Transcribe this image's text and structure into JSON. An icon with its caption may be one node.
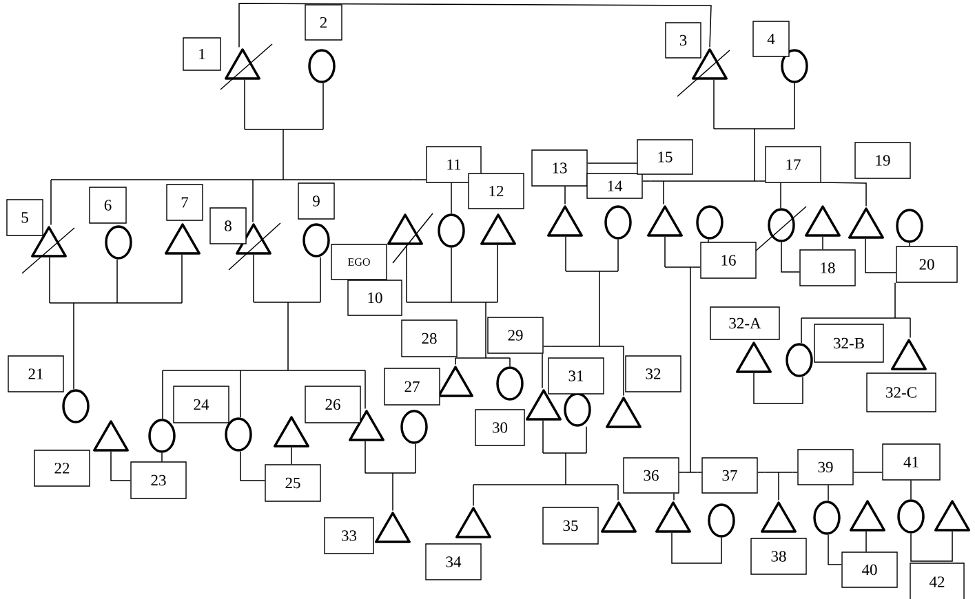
{
  "diagram": {
    "nodes": [
      {
        "text": [
          "1"
        ]
      },
      {
        "text": [
          "2"
        ]
      },
      {
        "text": [
          "3"
        ]
      },
      {
        "text": [
          "4"
        ]
      },
      {
        "text": [
          "5"
        ]
      },
      {
        "text": [
          "6"
        ]
      },
      {
        "text": [
          "7"
        ]
      },
      {
        "text": [
          "8"
        ]
      },
      {
        "text": [
          "9"
        ]
      },
      {
        "text": [
          "EGO"
        ]
      },
      {
        "text": [
          "10"
        ]
      },
      {
        "text": [
          "11"
        ]
      },
      {
        "text": [
          "12"
        ]
      },
      {
        "text": [
          "13"
        ]
      },
      {
        "text": [
          "14"
        ]
      },
      {
        "text": [
          "15"
        ]
      },
      {
        "text": [
          "16"
        ]
      },
      {
        "text": [
          "17"
        ]
      },
      {
        "text": [
          "18"
        ]
      },
      {
        "text": [
          "19"
        ]
      },
      {
        "text": [
          "20"
        ]
      },
      {
        "text": [
          "21"
        ]
      },
      {
        "text": [
          "22"
        ]
      },
      {
        "text": [
          "23"
        ]
      },
      {
        "text": [
          "24"
        ]
      },
      {
        "text": [
          "25"
        ]
      },
      {
        "text": [
          "26"
        ]
      },
      {
        "text": [
          "27"
        ]
      },
      {
        "text": [
          "28"
        ]
      },
      {
        "text": [
          "29"
        ]
      },
      {
        "text": [
          "30"
        ]
      },
      {
        "text": [
          "31"
        ]
      },
      {
        "text": [
          "32"
        ]
      },
      {
        "text": [
          "32-A"
        ]
      },
      {
        "text": [
          "32-B"
        ]
      },
      {
        "text": [
          "32-C"
        ]
      },
      {
        "text": [
          "33"
        ]
      },
      {
        "text": [
          "34"
        ]
      },
      {
        "text": [
          "35"
        ]
      },
      {
        "text": [
          "36"
        ]
      },
      {
        "text": [
          "37"
        ]
      },
      {
        "text": [
          "38"
        ]
      },
      {
        "text": [
          "39"
        ]
      },
      {
        "text": [
          "40"
        ]
      },
      {
        "text": [
          "41"
        ]
      },
      {
        "text": [
          "42"
        ]
      },
      {
        "text": [],
        "shape": "triangle"
      },
      {
        "text": [],
        "shape": "circle"
      },
      {
        "text": [],
        "shape": "triangle"
      },
      {
        "text": [],
        "shape": "circle"
      },
      {
        "text": [],
        "shape": "triangle"
      },
      {
        "text": [],
        "shape": "circle"
      },
      {
        "text": [],
        "shape": "triangle"
      },
      {
        "text": [],
        "shape": "triangle"
      },
      {
        "text": [],
        "shape": "circle"
      },
      {
        "text": [],
        "shape": "triangle"
      },
      {
        "text": [],
        "shape": "circle"
      },
      {
        "text": [],
        "shape": "triangle"
      },
      {
        "text": [],
        "shape": "triangle"
      },
      {
        "text": [],
        "shape": "circle"
      },
      {
        "text": [],
        "shape": "triangle"
      },
      {
        "text": [],
        "shape": "circle"
      },
      {
        "text": [],
        "shape": "circle"
      },
      {
        "text": [],
        "shape": "triangle"
      },
      {
        "text": [],
        "shape": "triangle"
      },
      {
        "text": [],
        "shape": "circle"
      },
      {
        "text": [],
        "shape": "circle"
      },
      {
        "text": [],
        "shape": "triangle"
      },
      {
        "text": [],
        "shape": "circle"
      },
      {
        "text": [],
        "shape": "circle"
      },
      {
        "text": [],
        "shape": "triangle"
      },
      {
        "text": [],
        "shape": "triangle"
      },
      {
        "text": [],
        "shape": "circle"
      },
      {
        "text": [],
        "shape": "triangle"
      },
      {
        "text": [],
        "shape": "circle"
      },
      {
        "text": [],
        "shape": "triangle"
      },
      {
        "text": [],
        "shape": "circle"
      },
      {
        "text": [],
        "shape": "triangle"
      },
      {
        "text": [],
        "shape": "triangle"
      },
      {
        "text": [],
        "shape": "circle"
      },
      {
        "text": [],
        "shape": "triangle"
      },
      {
        "text": [],
        "shape": "triangle"
      },
      {
        "text": [],
        "shape": "triangle"
      },
      {
        "text": [],
        "shape": "triangle"
      },
      {
        "text": [],
        "shape": "triangle"
      },
      {
        "text": [],
        "shape": "circle"
      },
      {
        "text": [],
        "shape": "triangle"
      },
      {
        "text": [],
        "shape": "circle"
      },
      {
        "text": [],
        "shape": "triangle"
      },
      {
        "text": [],
        "shape": "circle"
      },
      {
        "text": [],
        "shape": "triangle"
      },
      {
        "text": [],
        "shape": "bar"
      },
      {
        "text": [],
        "shape": "bar"
      },
      {
        "text": [],
        "shape": "bar"
      },
      {
        "text": [],
        "shape": "bar"
      },
      {
        "text": [],
        "shape": "bar"
      },
      {
        "text": [],
        "shape": "bar"
      },
      {
        "text": [],
        "shape": "bar"
      },
      {
        "text": [],
        "shape": "bar"
      },
      {
        "text": [],
        "shape": "bar"
      },
      {
        "text": [],
        "shape": "bar"
      },
      {
        "text": [],
        "shape": "bar"
      },
      {
        "text": [],
        "shape": "bar"
      },
      {
        "text": [],
        "shape": "bar"
      },
      {
        "text": [],
        "shape": "bar"
      },
      {
        "text": [],
        "shape": "bar"
      },
      {
        "text": [],
        "shape": "bar"
      },
      {
        "text": [],
        "shape": "bar"
      },
      {
        "text": [],
        "shape": "bar"
      }
    ],
    "edges": [
      {
        "from": 13,
        "to": 15,
        "arrow": "none"
      },
      {
        "from": 39,
        "to": 103,
        "arrow": "none"
      },
      {
        "from": 103,
        "to": 40,
        "arrow": "none"
      },
      {
        "from": 40,
        "to": 104,
        "arrow": "none"
      },
      {
        "from": 104,
        "to": 42,
        "arrow": "none"
      },
      {
        "from": 42,
        "to": 44,
        "arrow": "none"
      },
      {
        "from": 46,
        "to": 48,
        "arrow": "none"
      },
      {
        "from": 46,
        "to": 91,
        "arrow": "none"
      },
      {
        "from": 47,
        "to": 91,
        "arrow": "none"
      },
      {
        "from": 91,
        "to": 93,
        "arrow": "none"
      },
      {
        "from": 48,
        "to": 92,
        "arrow": "none"
      },
      {
        "from": 49,
        "to": 92,
        "arrow": "none"
      },
      {
        "from": 92,
        "to": 94,
        "arrow": "none"
      },
      {
        "from": 93,
        "to": 50,
        "arrow": "none"
      },
      {
        "from": 93,
        "to": 53,
        "arrow": "none"
      },
      {
        "from": 93,
        "to": 11,
        "arrow": "none"
      },
      {
        "from": 11,
        "to": 56,
        "arrow": "none"
      },
      {
        "from": 14,
        "to": 94,
        "arrow": "none"
      },
      {
        "from": 94,
        "to": 60,
        "arrow": "none"
      },
      {
        "from": 94,
        "to": 17,
        "arrow": "none"
      },
      {
        "from": 17,
        "to": 62,
        "arrow": "none"
      },
      {
        "from": 17,
        "to": 64,
        "arrow": "none"
      },
      {
        "from": 13,
        "to": 58,
        "arrow": "none"
      },
      {
        "from": 50,
        "to": 95,
        "arrow": "none"
      },
      {
        "from": 51,
        "to": 95,
        "arrow": "none"
      },
      {
        "from": 52,
        "to": 95,
        "arrow": "none"
      },
      {
        "from": 95,
        "to": 66,
        "arrow": "none"
      },
      {
        "from": 53,
        "to": 96,
        "arrow": "none"
      },
      {
        "from": 54,
        "to": 96,
        "arrow": "none"
      },
      {
        "from": 96,
        "to": 97,
        "arrow": "none"
      },
      {
        "from": 97,
        "to": 68,
        "arrow": "none"
      },
      {
        "from": 97,
        "to": 69,
        "arrow": "none"
      },
      {
        "from": 97,
        "to": 71,
        "arrow": "none"
      },
      {
        "from": 55,
        "to": 98,
        "arrow": "none"
      },
      {
        "from": 56,
        "to": 98,
        "arrow": "none"
      },
      {
        "from": 57,
        "to": 98,
        "arrow": "none"
      },
      {
        "from": 98,
        "to": 99,
        "arrow": "none"
      },
      {
        "from": 99,
        "to": 73,
        "arrow": "none"
      },
      {
        "from": 99,
        "to": 74,
        "arrow": "none"
      },
      {
        "from": 58,
        "to": 100,
        "arrow": "none"
      },
      {
        "from": 59,
        "to": 100,
        "arrow": "none"
      },
      {
        "from": 100,
        "to": 101,
        "arrow": "none"
      },
      {
        "from": 29,
        "to": 101,
        "arrow": "none"
      },
      {
        "from": 29,
        "to": 75,
        "arrow": "none"
      },
      {
        "from": 101,
        "to": 77,
        "arrow": "none"
      },
      {
        "from": 60,
        "to": 102,
        "arrow": "none"
      },
      {
        "from": 102,
        "to": 16,
        "arrow": "none"
      },
      {
        "from": 61,
        "to": 16,
        "arrow": "none"
      },
      {
        "from": 102,
        "to": 103,
        "arrow": "none"
      },
      {
        "from": 62,
        "to": 18,
        "arrow": "none"
      },
      {
        "from": 63,
        "to": 18,
        "arrow": "none"
      },
      {
        "from": 64,
        "to": 20,
        "arrow": "none"
      },
      {
        "from": 65,
        "to": 20,
        "arrow": "none"
      },
      {
        "from": 20,
        "to": 108,
        "arrow": "none"
      },
      {
        "from": 108,
        "to": 79,
        "arrow": "none"
      },
      {
        "from": 108,
        "to": 80,
        "arrow": "none"
      },
      {
        "from": 78,
        "to": 79,
        "arrow": "none"
      },
      {
        "from": 75,
        "to": 105,
        "arrow": "none"
      },
      {
        "from": 76,
        "to": 105,
        "arrow": "none"
      },
      {
        "from": 105,
        "to": 106,
        "arrow": "none"
      },
      {
        "from": 106,
        "to": 82,
        "arrow": "none"
      },
      {
        "from": 106,
        "to": 83,
        "arrow": "none"
      },
      {
        "from": 71,
        "to": 107,
        "arrow": "none"
      },
      {
        "from": 72,
        "to": 107,
        "arrow": "none"
      },
      {
        "from": 107,
        "to": 81,
        "arrow": "none"
      },
      {
        "from": 67,
        "to": 23,
        "arrow": "none"
      },
      {
        "from": 68,
        "to": 23,
        "arrow": "none"
      },
      {
        "from": 69,
        "to": 25,
        "arrow": "none"
      },
      {
        "from": 70,
        "to": 25,
        "arrow": "none"
      },
      {
        "from": 84,
        "to": 85,
        "arrow": "none"
      },
      {
        "from": 39,
        "to": 84,
        "arrow": "none"
      },
      {
        "from": 104,
        "to": 86,
        "arrow": "none"
      },
      {
        "from": 42,
        "to": 87,
        "arrow": "none"
      },
      {
        "from": 44,
        "to": 89,
        "arrow": "none"
      },
      {
        "from": 87,
        "to": 43,
        "arrow": "none"
      },
      {
        "from": 88,
        "to": 43,
        "arrow": "none"
      },
      {
        "from": 89,
        "to": 90,
        "arrow": "none"
      }
    ]
  }
}
